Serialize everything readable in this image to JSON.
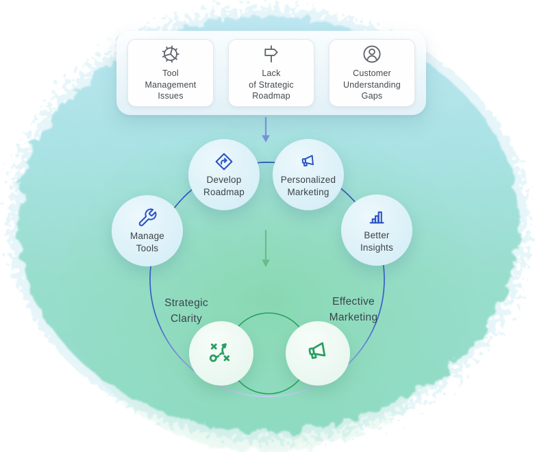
{
  "diagram": {
    "problems_panel": {
      "cards": [
        {
          "icon": "gear-icon",
          "lines": [
            "Tool",
            "Management",
            "Issues"
          ]
        },
        {
          "icon": "signpost-icon",
          "lines": [
            "Lack",
            "of Strategic",
            "Roadmap"
          ]
        },
        {
          "icon": "user-circle-icon",
          "lines": [
            "Customer",
            "Understanding",
            "Gaps"
          ]
        }
      ]
    },
    "solution_nodes": [
      {
        "icon": "directions-diamond-icon",
        "lines": [
          "Develop",
          "Roadmap"
        ]
      },
      {
        "icon": "megaphone-icon",
        "lines": [
          "Personalized",
          "Marketing"
        ]
      },
      {
        "icon": "wrench-icon",
        "lines": [
          "Manage",
          "Tools"
        ]
      },
      {
        "icon": "bar-chart-icon",
        "lines": [
          "Better",
          "Insights"
        ]
      }
    ],
    "outcomes": {
      "labels": [
        {
          "lines": [
            "Strategic",
            "Clarity"
          ]
        },
        {
          "lines": [
            "Effective",
            "Marketing"
          ]
        }
      ],
      "icons": [
        "strategy-tactics-icon",
        "megaphone-outline-icon"
      ]
    },
    "colors": {
      "accent_blue": "#2b52c4",
      "accent_green": "#2a9e62",
      "arrow_blue": "#7b91da",
      "arrow_green": "#66bd88",
      "icon_gray": "#5f666c",
      "text_dark": "#3c4448",
      "node_fill": "#ddf1f8",
      "outcome_fill": "#ebf8f1",
      "bg_top": "#bce6f1",
      "bg_green": "#92dcc2"
    }
  }
}
